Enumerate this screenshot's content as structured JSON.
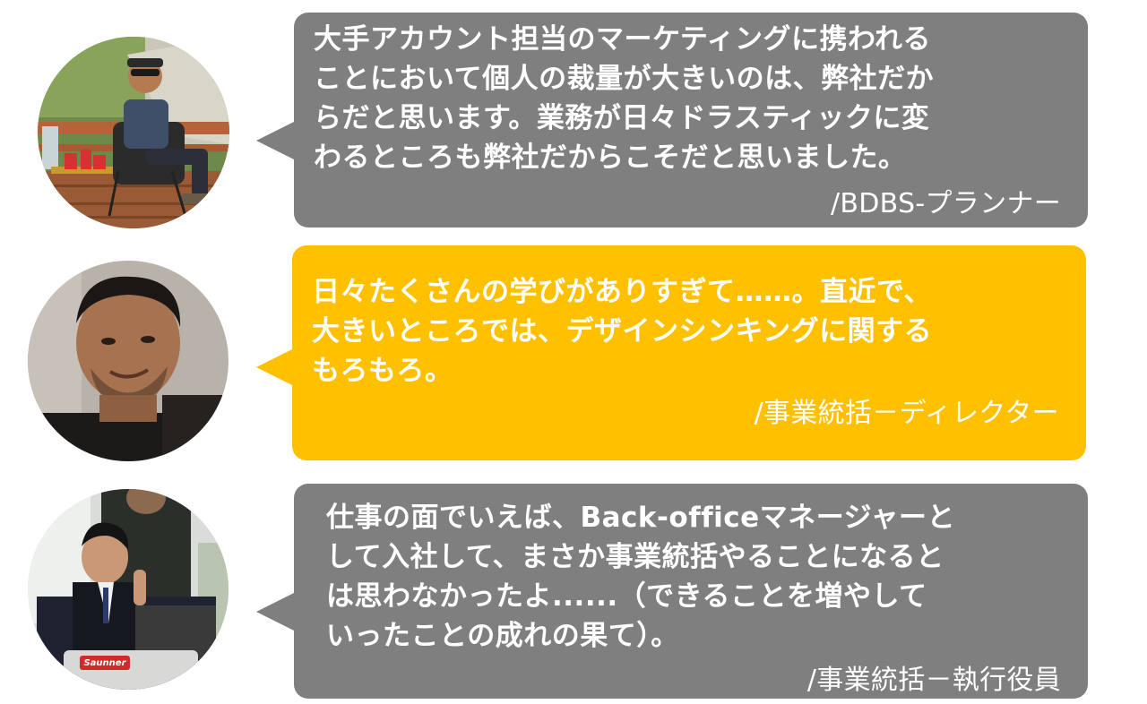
{
  "testimonials": [
    {
      "quote": "大手アカウント担当のマーケティングに携われる\nことにおいて個人の裁量が大きいのは、弊社だか\nらだと思います。業務が日々ドラスティックに変\nわるところも弊社だからこそだと思いました。",
      "signature": "/BDBS-プランナー",
      "bubble_color": "#7f7f7f"
    },
    {
      "quote": "日々たくさんの学びがありすぎて……。直近で、\n大きいところでは、デザインシンキングに関する\nもろもろ。",
      "signature": "/事業統括－ディレクター",
      "bubble_color": "#ffc000"
    },
    {
      "quote": "仕事の面でいえば、Back-officeマネージャーと\nして入社して、まさか事業統括やることになると\nは思わなかったよ......（できることを増やして\nいったことの成れの果て）。",
      "signature": "/事業統括－執行役員",
      "bubble_color": "#7f7f7f",
      "laptop_sticker": "Saunner"
    }
  ]
}
